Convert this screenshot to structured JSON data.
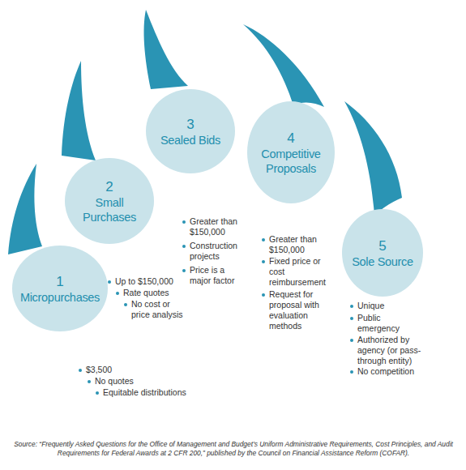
{
  "diagram": {
    "caption": "Source: “Frequently Asked Questions for the Office of Management and Budget’s Uniform Administrative Requirements, Cost Principles, and Audit Requirements for Federal Awards at 2 CFR 200,” published by the Council on Financial Assistance Reform (COFAR).",
    "nodes": [
      {
        "text": [
          "1",
          "Micropurchases"
        ]
      },
      {
        "text": [
          "2",
          "Small Purchases"
        ]
      },
      {
        "text": [
          "3",
          "Sealed Bids"
        ]
      },
      {
        "text": [
          "4",
          "Competitive Proposals"
        ]
      },
      {
        "text": [
          "5",
          "Sole Source"
        ]
      }
    ],
    "labels": [
      "$3,500",
      "No quotes",
      "Equitable distributions",
      "Up to $150,000",
      "Rate quotes",
      "No cost or price analysis",
      "Greater than $150,000",
      "Construction projects",
      "Price is a major factor",
      "Greater than $150,000",
      "Fixed price or cost reimbursement",
      "Request for proposal with evaluation methods",
      "Unique",
      "Public emergency",
      "Authorized by agency (or pass-through entity)",
      "No competition"
    ]
  }
}
